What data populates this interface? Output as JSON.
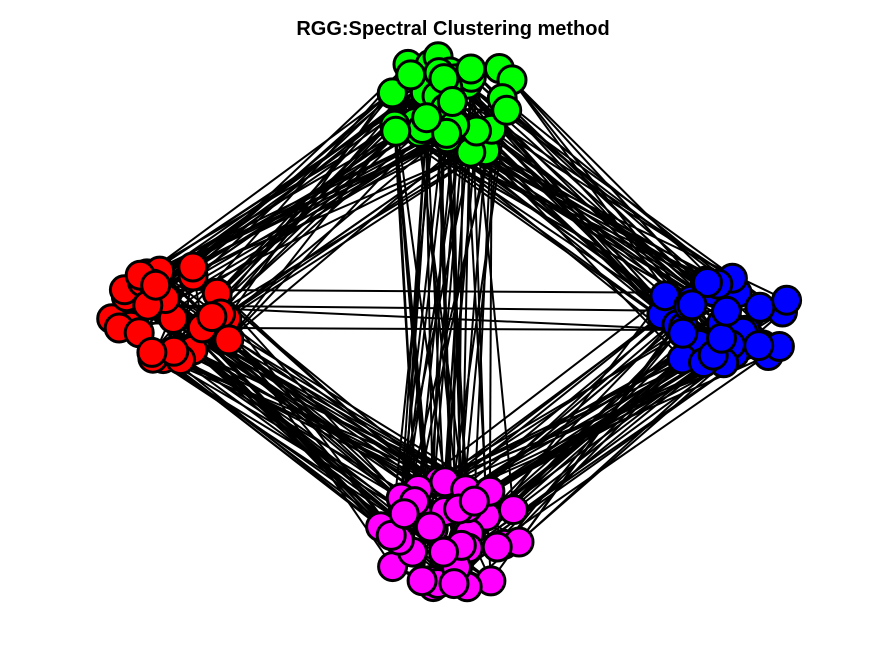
{
  "title": "RGG:Spectral Clustering method",
  "clusters": [
    {
      "name": "green",
      "color": "#00ff00"
    },
    {
      "name": "red",
      "color": "#ff0000"
    },
    {
      "name": "blue",
      "color": "#0000ff"
    },
    {
      "name": "magenta",
      "color": "#ff00ff"
    }
  ],
  "node_style": {
    "edge_color": "#000000",
    "node_outline": "#000000"
  }
}
